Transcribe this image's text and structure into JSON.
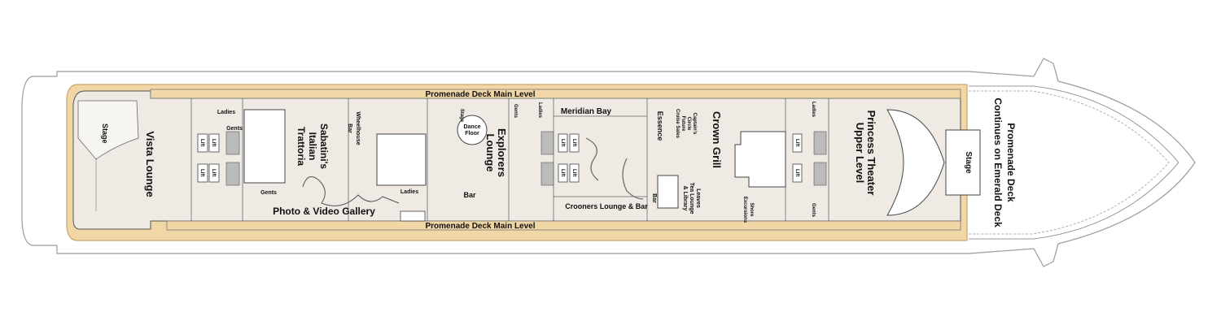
{
  "colors": {
    "hull_fill": "#ffffff",
    "hull_stroke": "#9a9a9a",
    "interior": "#efebe4",
    "promenade": "#f1d6a6",
    "promenade_stroke": "#c9a56a",
    "lines": "#444444",
    "room_white": "#ffffff",
    "text": "#111111"
  },
  "labels": {
    "promenade_top": "Promenade Deck Main Level",
    "promenade_bottom": "Promenade Deck Main Level",
    "stage_aft": "Stage",
    "vista_lounge": "Vista Lounge",
    "ladies_1": "Ladies",
    "gents_1": "Gents",
    "gents_2": "Gents",
    "lift": "Lift",
    "sabatini_1": "Sabatini's",
    "sabatini_2": "Italian",
    "sabatini_3": "Trattoria",
    "wheelhouse_1": "Wheelhouse",
    "wheelhouse_2": "Bar",
    "photo_gallery": "Photo & Video Gallery",
    "ladies_2": "Ladies",
    "bar_1": "Bar",
    "stage_small": "Stage",
    "dance_1": "Dance",
    "dance_2": "Floor",
    "explorers_1": "Explorers",
    "explorers_2": "Lounge",
    "gents_3": "Gents",
    "ladies_3": "Ladies",
    "meridian_bay": "Meridian Bay",
    "crooners": "Crooners Lounge & Bar",
    "essence": "Essence",
    "captains_1": "Captain's",
    "captains_2": "Circle",
    "captains_3": "Future",
    "captains_4": "Cruise Sales",
    "leaves_1": "Leaves",
    "leaves_2": "Tea Lounge",
    "leaves_3": "& Library",
    "bar_2": "Bar",
    "crown_grill": "Crown Grill",
    "shore_1": "Shore",
    "shore_2": "Excursions",
    "ladies_4": "Ladies",
    "gents_4": "Gents",
    "princess_1": "Princess Theater",
    "princess_2": "Upper Level",
    "stage_fwd": "Stage",
    "continues_1": "Promenade Deck",
    "continues_2": "Continues on Emerald Deck"
  }
}
